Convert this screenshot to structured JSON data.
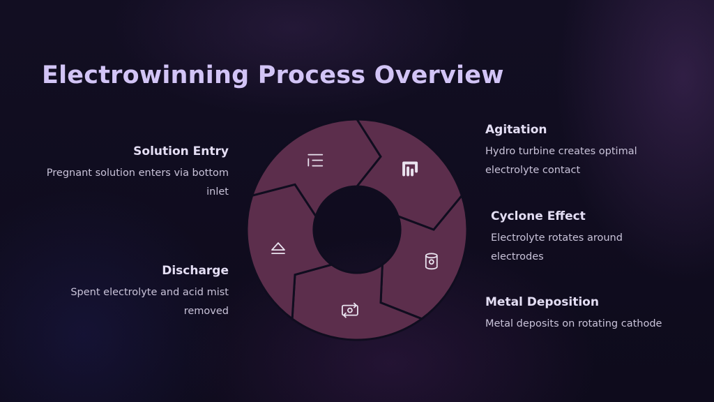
{
  "title": "Electrowinning Process Overview",
  "colors": {
    "segment": "#5c2e4c",
    "gap": "#100d1f",
    "icon": "#e9e3ef",
    "title": "#d2c4f6"
  },
  "steps": [
    {
      "id": "solution-entry",
      "title": "Solution Entry",
      "description": "Pregnant solution enters via bottom inlet",
      "icon": "list-icon"
    },
    {
      "id": "agitation",
      "title": "Agitation",
      "description": "Hydro turbine creates optimal electrolyte contact",
      "icon": "turbine-icon"
    },
    {
      "id": "cyclone-effect",
      "title": "Cyclone Effect",
      "description": "Electrolyte rotates around electrodes",
      "icon": "cylinder-icon"
    },
    {
      "id": "metal-deposition",
      "title": "Metal Deposition",
      "description": "Metal deposits on rotating cathode",
      "icon": "money-exchange-icon"
    },
    {
      "id": "discharge",
      "title": "Discharge",
      "description": "Spent electrolyte and acid mist removed",
      "icon": "eject-icon"
    }
  ]
}
